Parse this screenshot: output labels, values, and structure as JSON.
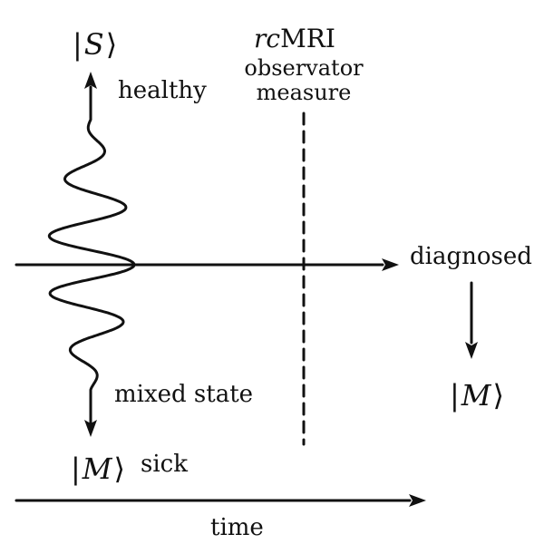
{
  "kets": {
    "top": {
      "bar": "|",
      "letter": "S",
      "angle": "⟩"
    },
    "bottom_left": {
      "bar": "|",
      "letter": "M",
      "angle": "⟩"
    },
    "bottom_right": {
      "bar": "|",
      "letter": "M",
      "angle": "⟩"
    }
  },
  "labels": {
    "healthy": "healthy",
    "mixed_state": "mixed state",
    "sick": "sick",
    "rcmri_italic": "rc",
    "rcmri_roman": "MRI",
    "observer": "observator",
    "measure": "measure",
    "diagnosed": "diagnosed",
    "time": "time"
  }
}
